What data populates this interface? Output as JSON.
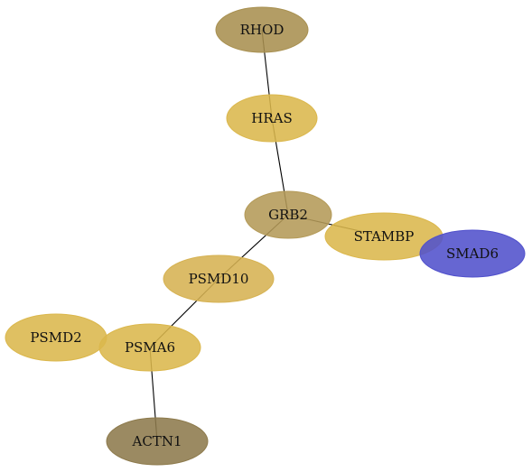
{
  "graph": {
    "nodes": [
      {
        "id": "RHOD",
        "label": "RHOD",
        "color": "#a89050"
      },
      {
        "id": "HRAS",
        "label": "HRAS",
        "color": "#dbb74c"
      },
      {
        "id": "GRB2",
        "label": "GRB2",
        "color": "#b49a58"
      },
      {
        "id": "STAMBP",
        "label": "STAMBP",
        "color": "#dbb74c"
      },
      {
        "id": "SMAD6",
        "label": "SMAD6",
        "color": "#5151cc"
      },
      {
        "id": "PSMD10",
        "label": "PSMD10",
        "color": "#d6b252"
      },
      {
        "id": "PSMD2",
        "label": "PSMD2",
        "color": "#dbb74c"
      },
      {
        "id": "PSMA6",
        "label": "PSMA6",
        "color": "#dbb74c"
      },
      {
        "id": "ACTN1",
        "label": "ACTN1",
        "color": "#8d7a4c"
      }
    ],
    "edges": [
      {
        "from": "RHOD",
        "to": "HRAS"
      },
      {
        "from": "HRAS",
        "to": "GRB2"
      },
      {
        "from": "GRB2",
        "to": "STAMBP"
      },
      {
        "from": "GRB2",
        "to": "PSMD10"
      },
      {
        "from": "PSMD10",
        "to": "PSMA6"
      },
      {
        "from": "PSMA6",
        "to": "ACTN1"
      }
    ]
  }
}
